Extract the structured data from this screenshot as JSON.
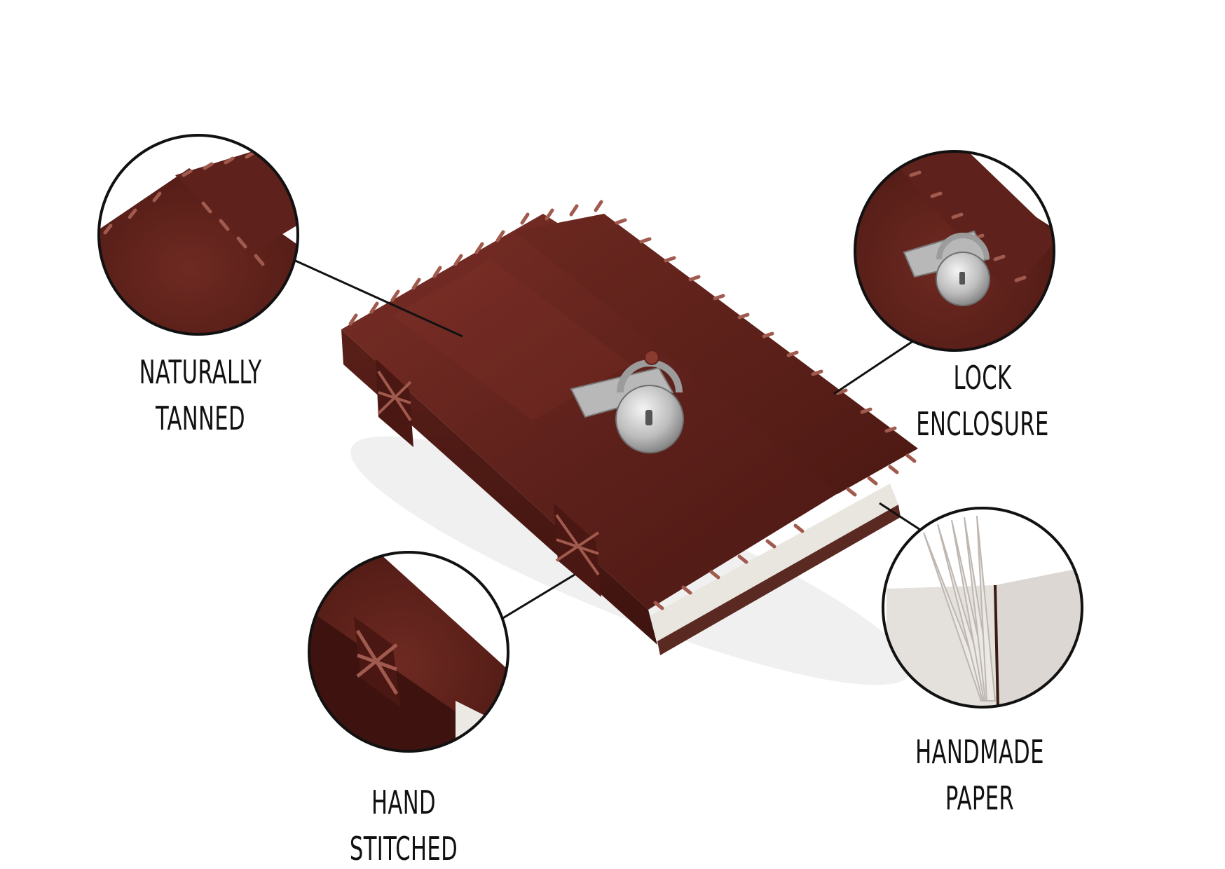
{
  "features": [
    {
      "id": "naturally-tanned",
      "lines": [
        "NATURALLY",
        "TANNED"
      ]
    },
    {
      "id": "lock-enclosure",
      "lines": [
        "LOCK",
        "ENCLOSURE"
      ]
    },
    {
      "id": "hand-stitched",
      "lines": [
        "HAND",
        "STITCHED"
      ]
    },
    {
      "id": "handmade-paper",
      "lines": [
        "HANDMADE",
        "PAPER"
      ]
    }
  ],
  "colors": {
    "background": "#ffffff",
    "leather_dark": "#4a1712",
    "leather_mid": "#6e2a22",
    "leather_light": "#8a3a2f",
    "stitch": "#a05a4e",
    "metal": "#c9c9c9",
    "paper": "#ece9e4",
    "outline": "#111111"
  },
  "icons": {
    "product": "leather-journal-with-lock",
    "detail_views": [
      "leather-cover-detail",
      "padlock-detail",
      "spine-stitch-detail",
      "paper-pages-detail"
    ]
  }
}
